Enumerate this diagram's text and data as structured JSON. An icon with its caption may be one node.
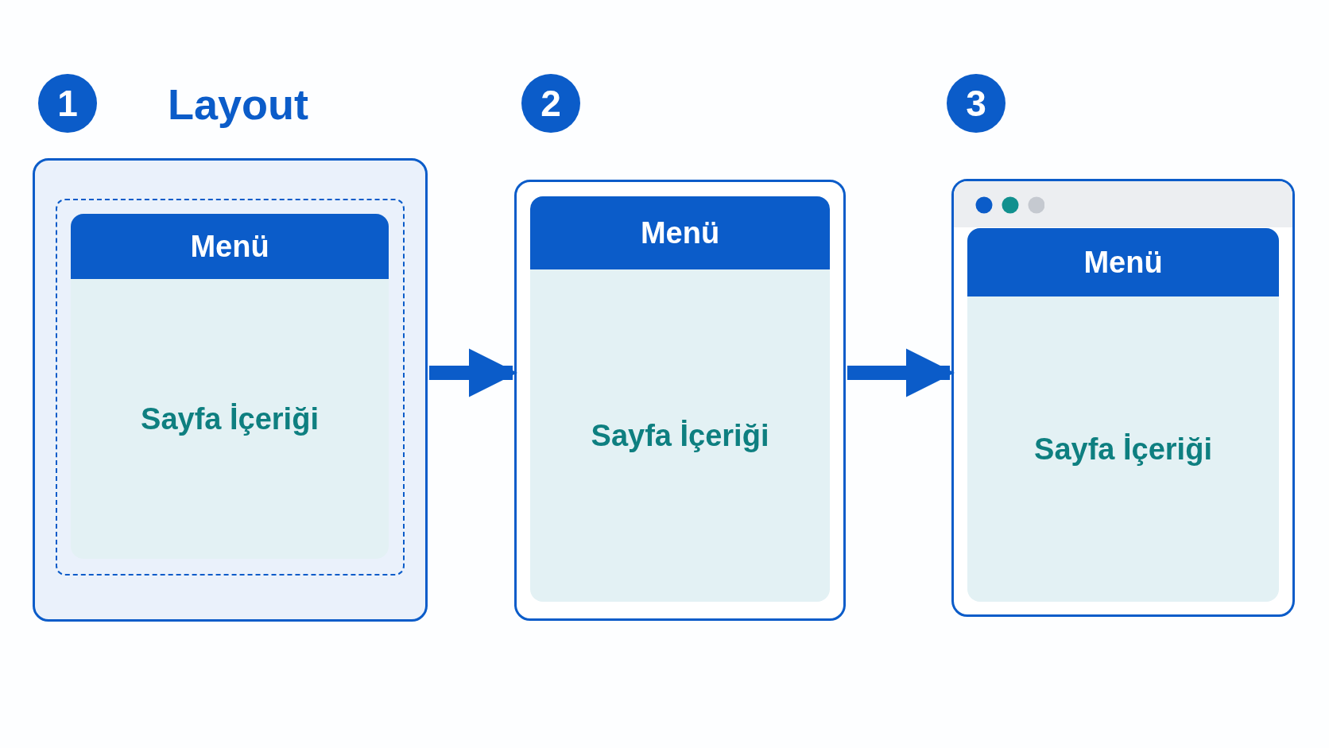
{
  "diagram": {
    "nodes": [
      {
        "text": [
          "1"
        ]
      },
      {
        "text": [],
        "shape": "box"
      },
      {
        "text": [],
        "shape": "box",
        "in": 1
      },
      {
        "text": [
          "Menü",
          "Sayfa İçeriği"
        ],
        "in": 2
      },
      {
        "text": [
          "2"
        ]
      },
      {
        "text": [],
        "shape": "box"
      },
      {
        "text": [
          "Menü",
          "Sayfa İçeriği"
        ],
        "in": 5
      },
      {
        "text": [
          "3"
        ]
      },
      {
        "text": [],
        "shape": "box"
      },
      {
        "text": [
          "Menü",
          "Sayfa İçeriği"
        ],
        "in": 8
      }
    ],
    "edges": [
      {
        "from": 1,
        "to": 5,
        "arrow": "to"
      },
      {
        "from": 5,
        "to": 8,
        "arrow": "to"
      }
    ],
    "labels": [
      "Layout"
    ]
  }
}
